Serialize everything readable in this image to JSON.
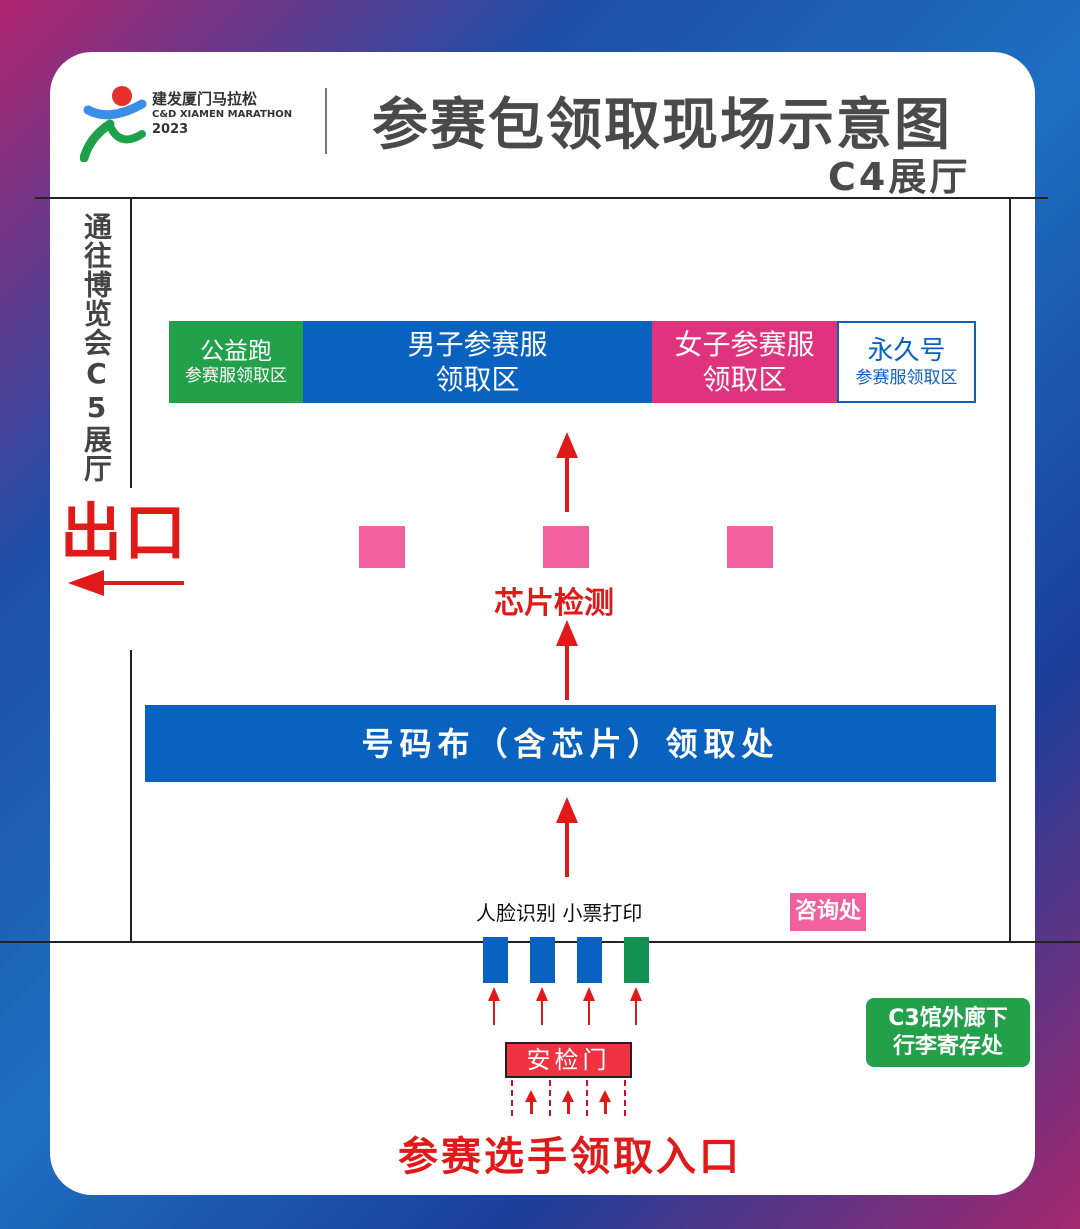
{
  "logo": {
    "cn": "建发厦门马拉松",
    "en": "C&D XIAMEN MARATHON",
    "year": "2023"
  },
  "header": {
    "title": "参赛包领取现场示意图",
    "hall": "C4展厅"
  },
  "left": {
    "direction": "通往博览会C5展厅",
    "exit": "出口"
  },
  "zones": [
    {
      "line1": "公益跑",
      "line2": "参赛服领取区",
      "color": "#23a14a"
    },
    {
      "line1": "男子参赛服",
      "line2": "领取区",
      "color": "#0a62c0"
    },
    {
      "line1": "女子参赛服",
      "line2": "领取区",
      "color": "#e0337e"
    },
    {
      "line1": "永久号",
      "line2": "参赛服领取区",
      "color": "#ffffff"
    }
  ],
  "chip_check": "芯片检测",
  "bib_pickup": "号码布（含芯片）领取处",
  "face_print": "人脸识别 小票打印",
  "info_desk": "咨询处",
  "security_gate": "安检门",
  "luggage": {
    "line1": "C3馆外廊下",
    "line2": "行李寄存处"
  },
  "entrance": "参赛选手领取入口",
  "colors": {
    "red": "#e01919",
    "blue": "#0a62c0",
    "green": "#23a14a",
    "pink": "#f2609f"
  }
}
